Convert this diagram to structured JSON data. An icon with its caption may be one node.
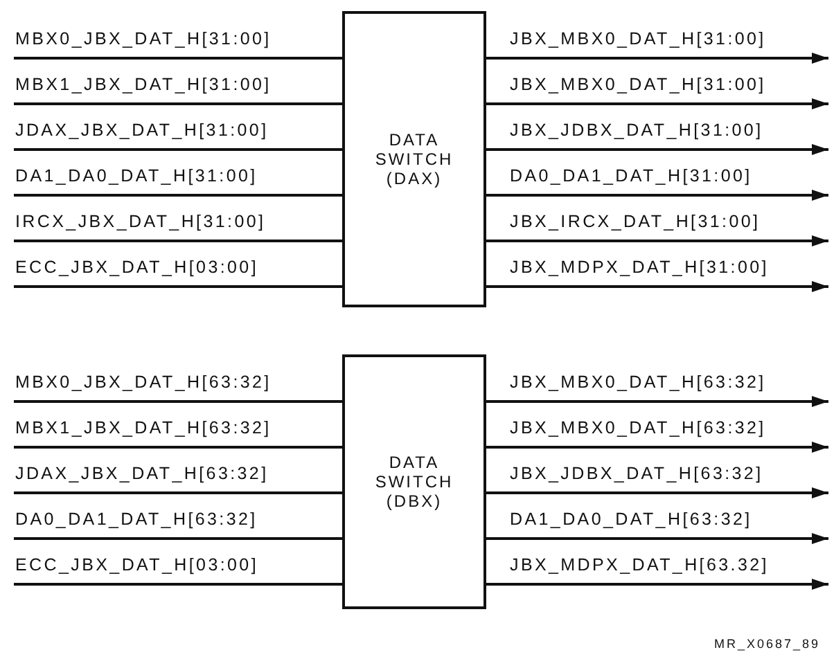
{
  "diagram": {
    "nodes": [
      {
        "text": [
          "DATA SWITCH (DAX)"
        ]
      },
      {
        "text": [
          "DATA SWITCH (DBX)"
        ]
      }
    ],
    "edges": [
      {
        "from": null,
        "to": 0,
        "arrow": "none",
        "label": "MBX0_JBX_DAT_H[31:00]"
      },
      {
        "from": null,
        "to": 0,
        "arrow": "none",
        "label": "MBX1_JBX_DAT_H[31:00]"
      },
      {
        "from": null,
        "to": 0,
        "arrow": "none",
        "label": "JDAX_JBX_DAT_H[31:00]"
      },
      {
        "from": null,
        "to": 0,
        "arrow": "none",
        "label": "DA1_DA0_DAT_H[31:00]"
      },
      {
        "from": null,
        "to": 0,
        "arrow": "none",
        "label": "IRCX_JBX_DAT_H[31:00]"
      },
      {
        "from": null,
        "to": 0,
        "arrow": "none",
        "label": "ECC_JBX_DAT_H[03:00]"
      },
      {
        "from": 0,
        "to": null,
        "arrow": "to",
        "label": "JBX_MBX0_DAT_H[31:00]"
      },
      {
        "from": 0,
        "to": null,
        "arrow": "to",
        "label": "JBX_MBX0_DAT_H[31:00]"
      },
      {
        "from": 0,
        "to": null,
        "arrow": "to",
        "label": "JBX_JDBX_DAT_H[31:00]"
      },
      {
        "from": 0,
        "to": null,
        "arrow": "to",
        "label": "DA0_DA1_DAT_H[31:00]"
      },
      {
        "from": 0,
        "to": null,
        "arrow": "to",
        "label": "JBX_IRCX_DAT_H[31:00]"
      },
      {
        "from": 0,
        "to": null,
        "arrow": "to",
        "label": "JBX_MDPX_DAT_H[31:00]"
      },
      {
        "from": null,
        "to": 1,
        "arrow": "none",
        "label": "MBX0_JBX_DAT_H[63:32]"
      },
      {
        "from": null,
        "to": 1,
        "arrow": "none",
        "label": "MBX1_JBX_DAT_H[63:32]"
      },
      {
        "from": null,
        "to": 1,
        "arrow": "none",
        "label": "JDAX_JBX_DAT_H[63:32]"
      },
      {
        "from": null,
        "to": 1,
        "arrow": "none",
        "label": "DA0_DA1_DAT_H[63:32]"
      },
      {
        "from": null,
        "to": 1,
        "arrow": "none",
        "label": "ECC_JBX_DAT_H[03:00]"
      },
      {
        "from": 1,
        "to": null,
        "arrow": "to",
        "label": "JBX_MBX0_DAT_H[63:32]"
      },
      {
        "from": 1,
        "to": null,
        "arrow": "to",
        "label": "JBX_MBX0_DAT_H[63:32]"
      },
      {
        "from": 1,
        "to": null,
        "arrow": "to",
        "label": "JBX_JDBX_DAT_H[63:32]"
      },
      {
        "from": 1,
        "to": null,
        "arrow": "to",
        "label": "DA1_DA0_DAT_H[63:32]"
      },
      {
        "from": 1,
        "to": null,
        "arrow": "to",
        "label": "JBX_MDPX_DAT_H[63.32]"
      }
    ],
    "labels": [
      "MR_X0687_89"
    ]
  }
}
